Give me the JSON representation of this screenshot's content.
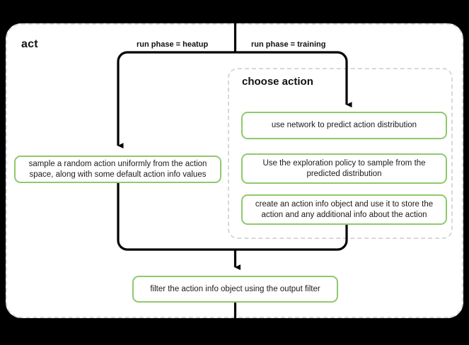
{
  "diagram": {
    "type": "flowchart",
    "title": "act",
    "background_color": "#000000",
    "canvas_color": "#ffffff",
    "node_border_color": "#8fc96d",
    "container_border_color": "#d8d8d8",
    "edge_color": "#000000",
    "containers": [
      {
        "id": "act",
        "label": "act"
      },
      {
        "id": "choose-action",
        "label": "choose action"
      }
    ],
    "edge_labels": {
      "heatup": "run phase = heatup",
      "training": "run phase = training"
    },
    "nodes": {
      "sample": "sample a random action uniformly from the action space, along with some default action info values",
      "use_network": "use network to predict action distribution",
      "exploration": "Use the exploration policy to sample from the predicted distribution",
      "create_info": "create an action info object and use it to store the action and any additional info about the action",
      "filter": "filter the action info object using the output filter"
    }
  }
}
